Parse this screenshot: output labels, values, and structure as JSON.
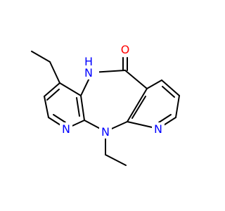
{
  "molecule": {
    "atoms": {
      "n_amide": {
        "text": "N",
        "sub": "H",
        "color": "#0000ff"
      },
      "o_carbonyl": {
        "text": "O",
        "color": "#ff0000"
      },
      "n_pyridine_left": {
        "text": "N",
        "color": "#0000ff"
      },
      "n_bridge": {
        "text": "N",
        "color": "#0000ff"
      },
      "n_pyridine_right": {
        "text": "N",
        "color": "#0000ff"
      }
    },
    "colors": {
      "bond": "#000000",
      "nitrogen": "#0000ff",
      "oxygen": "#ff0000"
    }
  }
}
